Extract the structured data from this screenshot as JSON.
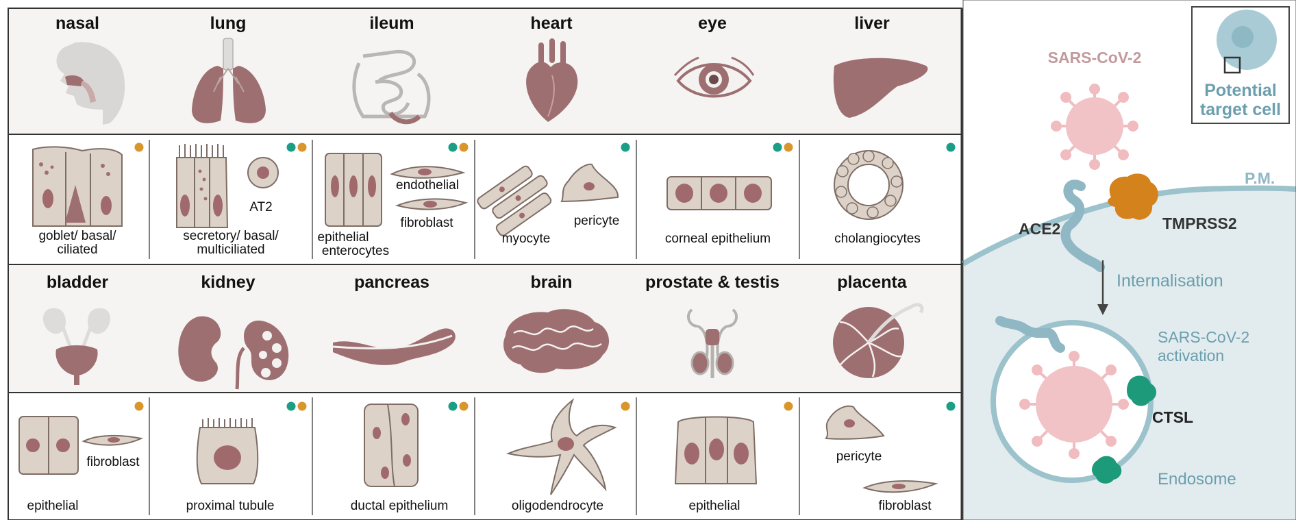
{
  "organs_top": [
    "nasal",
    "lung",
    "ileum",
    "heart",
    "eye",
    "liver"
  ],
  "organs_bottom": [
    "bladder",
    "kidney",
    "pancreas",
    "brain",
    "prostate & testis",
    "placenta"
  ],
  "cells_top": {
    "nasal": [
      "goblet/ basal/",
      "ciliated"
    ],
    "lung": [
      "secretory/ basal/",
      "multiciliated"
    ],
    "lung_at2": "AT2",
    "ileum_main": [
      "epithelial",
      "enterocytes"
    ],
    "ileum_endo": "endothelial",
    "ileum_fibro": "fibroblast",
    "heart_myo": "myocyte",
    "heart_peri": "pericyte",
    "eye": "corneal epithelium",
    "liver": "cholangiocytes"
  },
  "cells_bottom": {
    "bladder_epi": "epithelial",
    "bladder_fibro": "fibroblast",
    "kidney": "proximal tubule",
    "pancreas": "ductal epithelium",
    "brain": "oligodendrocyte",
    "prostate": "epithelial",
    "placenta_peri": "pericyte",
    "placenta_fibro": "fibroblast"
  },
  "marker_dots": {
    "top": [
      [
        "orange"
      ],
      [
        "teal",
        "orange"
      ],
      [
        "teal",
        "orange"
      ],
      [
        "teal"
      ],
      [
        "teal",
        "orange"
      ],
      [
        "teal"
      ]
    ],
    "bottom": [
      [
        "orange"
      ],
      [
        "teal",
        "orange"
      ],
      [
        "teal",
        "orange"
      ],
      [
        "orange"
      ],
      [
        "orange"
      ],
      [
        "teal"
      ]
    ]
  },
  "colors": {
    "teal_dot": "#1a9e86",
    "orange_dot": "#d9962b",
    "mauve": "#9e6f71",
    "tan": "#dcd2c8",
    "label_blue": "#6b9fae",
    "virus_pink": "#f2c3c6"
  },
  "mechanism": {
    "virus_label": "SARS-CoV-2",
    "target_cell": [
      "Potential",
      "target cell"
    ],
    "pm": "P.M.",
    "ace2": "ACE2",
    "tmprss2": "TMPRSS2",
    "internalisation": "Internalisation",
    "activation": [
      "SARS-CoV-2",
      "activation"
    ],
    "ctsl": "CTSL",
    "endosome": "Endosome"
  }
}
